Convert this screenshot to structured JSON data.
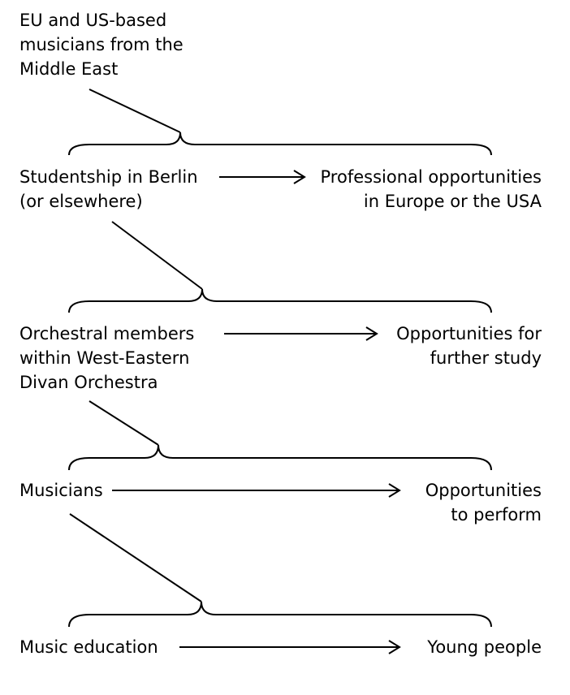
{
  "diagram": {
    "top_text": [
      "EU and US-based",
      "musicians from the",
      "Middle East"
    ],
    "levels": [
      {
        "left": [
          "Studentship in Berlin",
          "(or elsewhere)"
        ],
        "right": [
          "Professional opportunities",
          "in Europe or the USA"
        ]
      },
      {
        "left": [
          "Orchestral members",
          "within West-Eastern",
          "Divan Orchestra"
        ],
        "right": [
          "Opportunities for",
          "further study"
        ]
      },
      {
        "left": [
          "Musicians"
        ],
        "right": [
          "Opportunities",
          "to perform"
        ]
      },
      {
        "left": [
          "Music education"
        ],
        "right": [
          "Young people"
        ]
      }
    ]
  }
}
